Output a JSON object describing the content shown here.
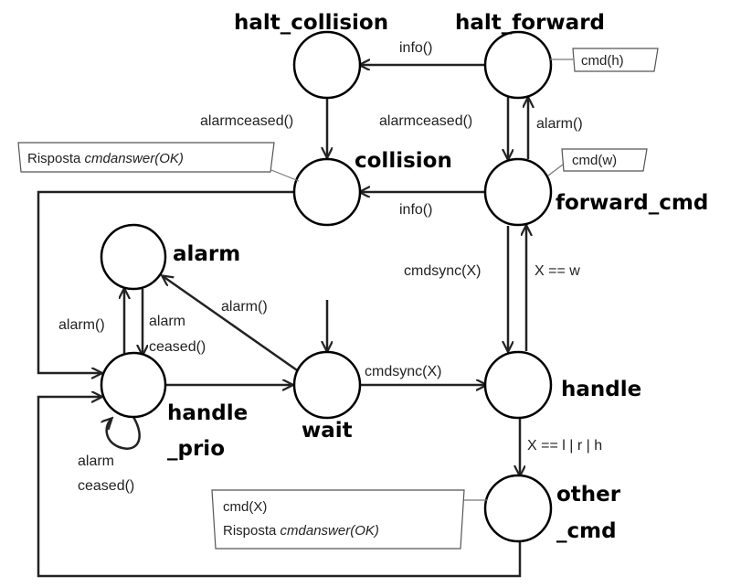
{
  "states": {
    "halt_collision": "halt_collision",
    "halt_forward": "halt_forward",
    "collision": "collision",
    "forward_cmd": "forward_cmd",
    "alarm": "alarm",
    "handle_prio_1": "handle",
    "handle_prio_2": "_prio",
    "wait": "wait",
    "handle": "handle",
    "other_cmd_1": "other",
    "other_cmd_2": "_cmd"
  },
  "edges": {
    "info_top": "info()",
    "info_mid": "info()",
    "alarmceased_left": "alarmceased()",
    "alarmceased_right": "alarmceased()",
    "alarm_up": "alarm()",
    "cmdsync_vertical": "cmdsync(X)",
    "x_eq_w": "X == w",
    "cmdsync_horizontal": "cmdsync(X)",
    "alarm_diag": "alarm()",
    "alarm_left": "alarm()",
    "alarm_ceased_a": "alarm",
    "alarm_ceased_b": "ceased()",
    "self_a": "alarm",
    "self_b": "ceased()",
    "x_lrh": "X == l | r | h"
  },
  "notes": {
    "cmd_h": "cmd(h)",
    "cmd_w": "cmd(w)",
    "risposta_prefix": "Risposta ",
    "risposta_func": "cmdanswer(OK)",
    "other_line1": "cmd(X)",
    "other_prefix": "Risposta ",
    "other_func": "cmdanswer(OK)"
  }
}
